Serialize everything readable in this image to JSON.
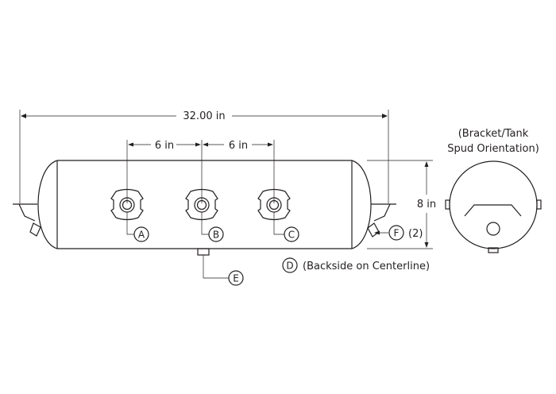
{
  "dimensions": {
    "overall_length": "32.00 in",
    "spacing_ab": "6 in",
    "spacing_bc": "6 in",
    "diameter": "8 in"
  },
  "callouts": {
    "a": "A",
    "b": "B",
    "c": "C",
    "d": "D",
    "e": "E",
    "f": "F",
    "f_qty": "(2)",
    "d_note": "(Backside on Centerline)"
  },
  "end_view": {
    "title_line1": "(Bracket/Tank",
    "title_line2": "Spud Orientation)"
  }
}
